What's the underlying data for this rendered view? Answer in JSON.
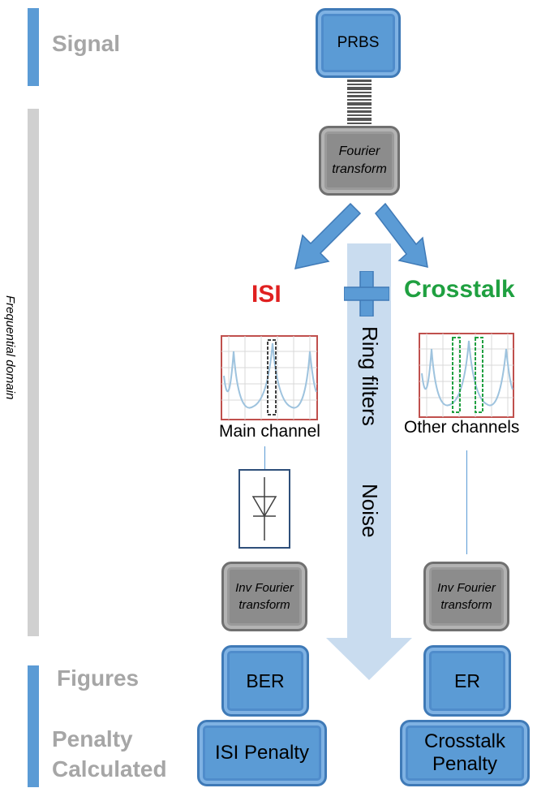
{
  "left_labels": {
    "signal": "Signal",
    "frequential_domain": "Frequential domain",
    "figures": "Figures",
    "penalty_line1": "Penalty",
    "penalty_line2": "Calculated"
  },
  "boxes": {
    "prbs": "PRBS",
    "fourier_line1": "Fourier",
    "fourier_line2": "transform",
    "inv_fourier_left_line1": "Inv Fourier",
    "inv_fourier_left_line2": "transform",
    "inv_fourier_right_line1": "Inv Fourier",
    "inv_fourier_right_line2": "transform",
    "ber": "BER",
    "er": "ER",
    "isi_penalty": "ISI Penalty",
    "crosstalk_penalty_line1": "Crosstalk",
    "crosstalk_penalty_line2": "Penalty"
  },
  "headings": {
    "isi": "ISI",
    "crosstalk": "Crosstalk"
  },
  "captions": {
    "main_channel": "Main channel",
    "other_channels": "Other channels"
  },
  "arrow_labels": {
    "ring_filters": "Ring filters",
    "noise": "Noise"
  },
  "colors": {
    "blue_box": "#5b9bd5",
    "gray_box": "#8c8c8c",
    "isi_red": "#e02020",
    "crosstalk_green": "#1fa040",
    "side_bar_blue": "#5b9bd5",
    "side_bar_gray": "#d0d0d0",
    "big_arrow": "#c9dcef"
  },
  "icons": [
    "plus-icon",
    "photodiode-icon",
    "arrow-down-left-icon",
    "arrow-down-right-icon",
    "bitstream-icon"
  ]
}
